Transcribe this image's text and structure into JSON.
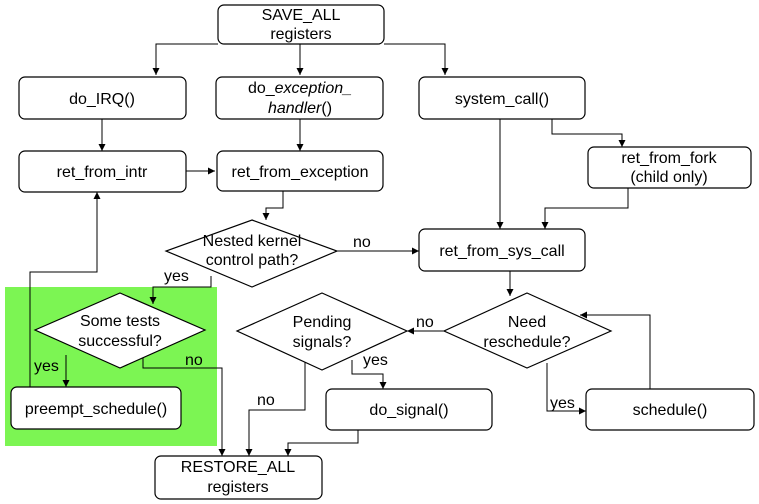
{
  "highlight_color": "#7cf553",
  "nodes": {
    "save_all": [
      "SAVE_ALL",
      "registers"
    ],
    "do_irq": [
      "do_IRQ()"
    ],
    "do_exception_handler": {
      "line1_prefix": "do_",
      "line1_italic": "exception_",
      "line2_italic": "handler",
      "line2_suffix": "()"
    },
    "system_call": [
      "system_call()"
    ],
    "ret_from_intr": [
      "ret_from_intr"
    ],
    "ret_from_exception": [
      "ret_from_exception"
    ],
    "ret_from_fork": [
      "ret_from_fork",
      "(child only)"
    ],
    "nested_kernel": [
      "Nested kernel",
      "control path?"
    ],
    "ret_from_sys_call": [
      "ret_from_sys_call"
    ],
    "some_tests": [
      "Some tests",
      "successful?"
    ],
    "pending_signals": [
      "Pending",
      "signals?"
    ],
    "need_reschedule": [
      "Need",
      "reschedule?"
    ],
    "preempt_schedule": [
      "preempt_schedule()"
    ],
    "do_signal": [
      "do_signal()"
    ],
    "schedule": [
      "schedule()"
    ],
    "restore_all": [
      "RESTORE_ALL",
      "registers"
    ]
  },
  "edge_labels": {
    "nested_no": "no",
    "nested_yes": "yes",
    "tests_yes": "yes",
    "tests_no": "no",
    "resched_no": "no",
    "resched_yes": "yes",
    "pending_yes": "yes",
    "pending_no": "no"
  }
}
